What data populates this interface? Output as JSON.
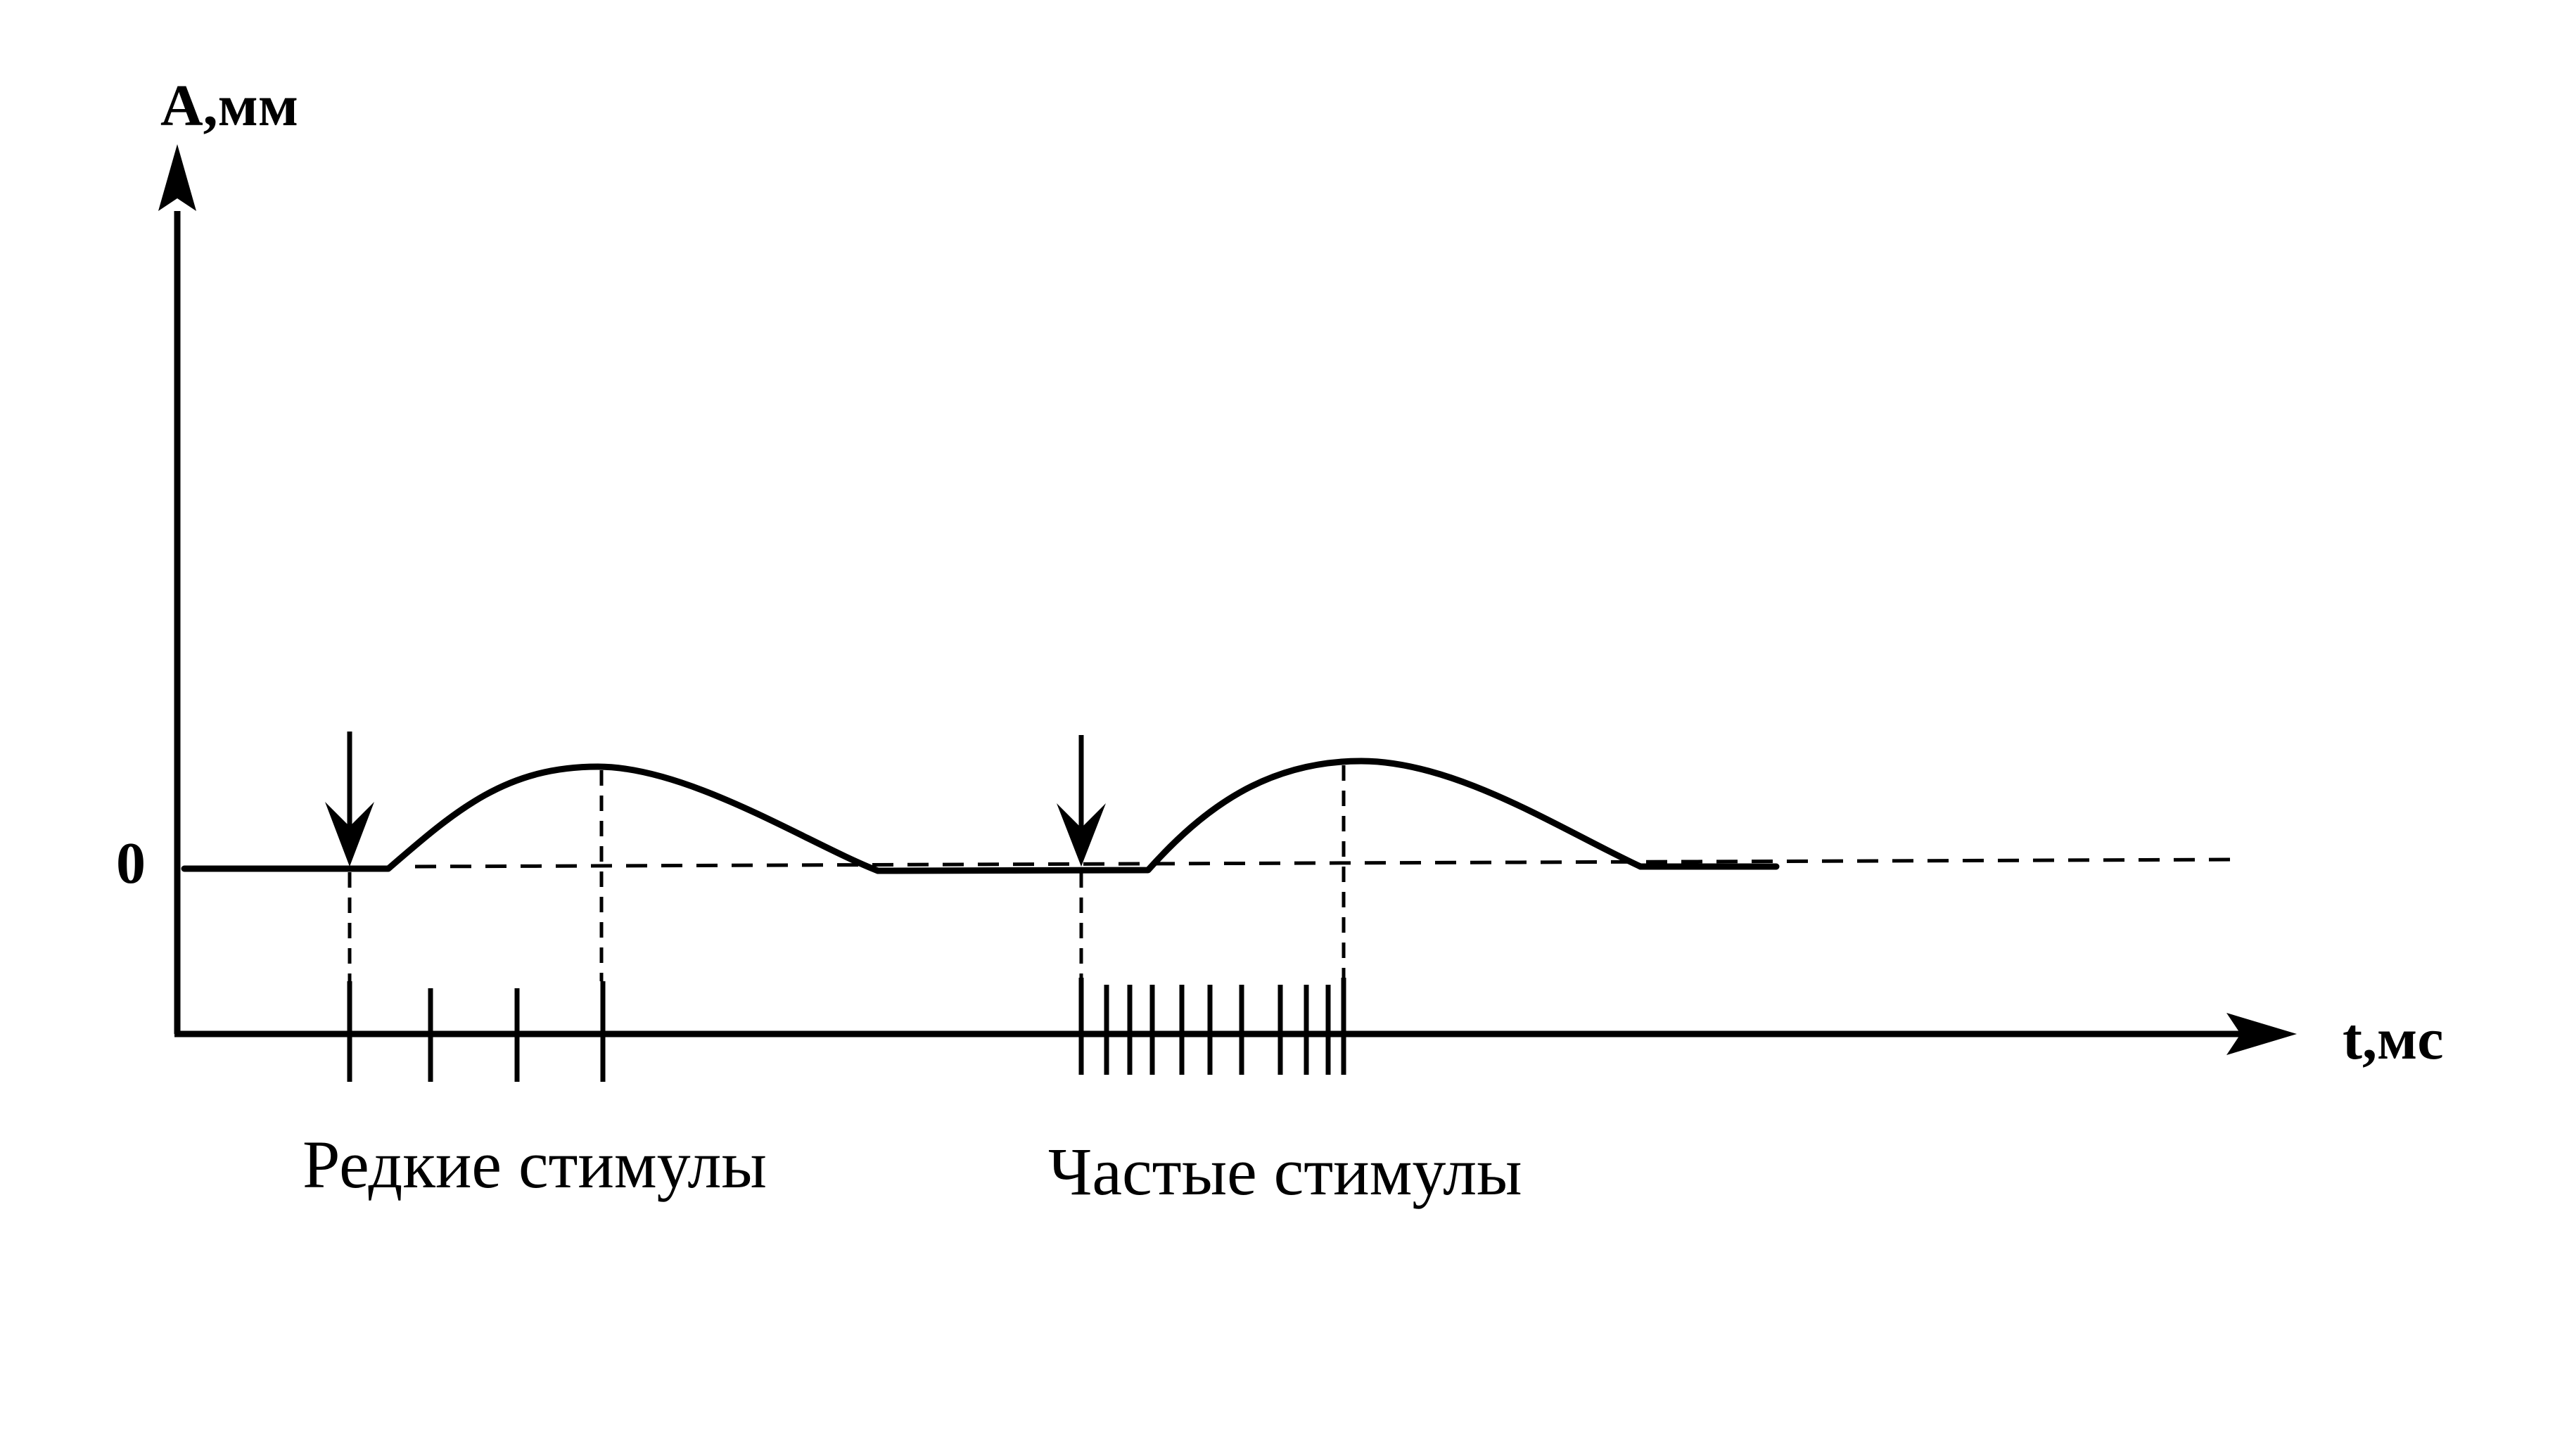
{
  "labels": {
    "y_axis": "A,мм",
    "x_axis": "t,мс",
    "zero": "0",
    "rare_stimuli": "Редкие стимулы",
    "frequent_stimuli": "Частые стимулы"
  },
  "colors": {
    "ink": "#000000",
    "background": "#ffffff"
  }
}
